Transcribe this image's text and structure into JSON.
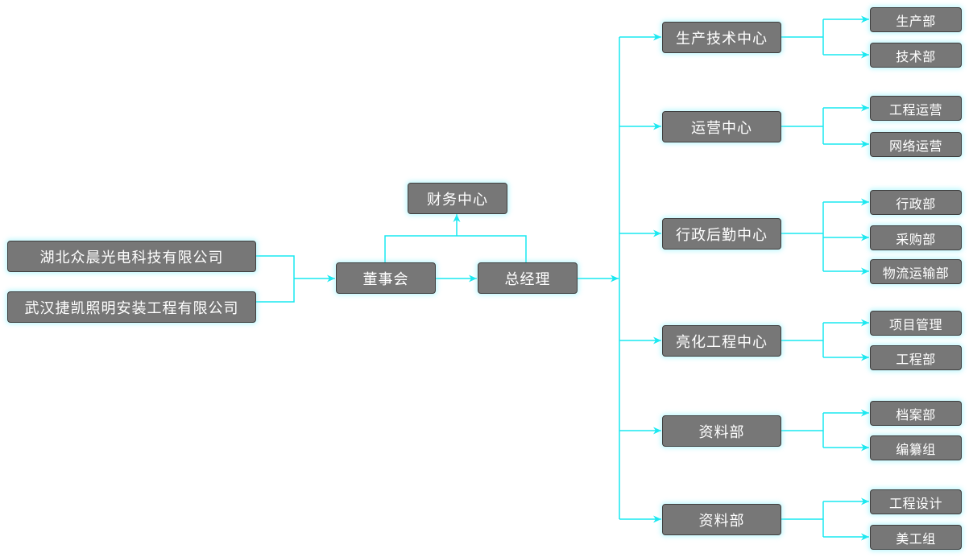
{
  "diagram": {
    "type": "org-chart",
    "line_color": "#18e8f0",
    "node_fill": "#777777",
    "node_text_color": "#ffffff",
    "companies": [
      {
        "id": "company-1",
        "label": "湖北众晨光电科技有限公司"
      },
      {
        "id": "company-2",
        "label": "武汉捷凯照明安装工程有限公司"
      }
    ],
    "board": {
      "id": "board",
      "label": "董事会"
    },
    "general_manager": {
      "id": "general-manager",
      "label": "总经理"
    },
    "finance": {
      "id": "finance-center",
      "label": "财务中心"
    },
    "centers": [
      {
        "id": "center-1",
        "label": "生产技术中心",
        "children": [
          {
            "label": "生产部"
          },
          {
            "label": "技术部"
          }
        ]
      },
      {
        "id": "center-2",
        "label": "运营中心",
        "children": [
          {
            "label": "工程运营"
          },
          {
            "label": "网络运营"
          }
        ]
      },
      {
        "id": "center-3",
        "label": "行政后勤中心",
        "children": [
          {
            "label": "行政部"
          },
          {
            "label": "采购部"
          },
          {
            "label": "物流运输部"
          }
        ]
      },
      {
        "id": "center-4",
        "label": "亮化工程中心",
        "children": [
          {
            "label": "项目管理"
          },
          {
            "label": "工程部"
          }
        ]
      },
      {
        "id": "center-5",
        "label": "资料部",
        "children": [
          {
            "label": "档案部"
          },
          {
            "label": "编纂组"
          }
        ]
      },
      {
        "id": "center-6",
        "label": "资料部",
        "children": [
          {
            "label": "工程设计"
          },
          {
            "label": "美工组"
          }
        ]
      }
    ]
  }
}
